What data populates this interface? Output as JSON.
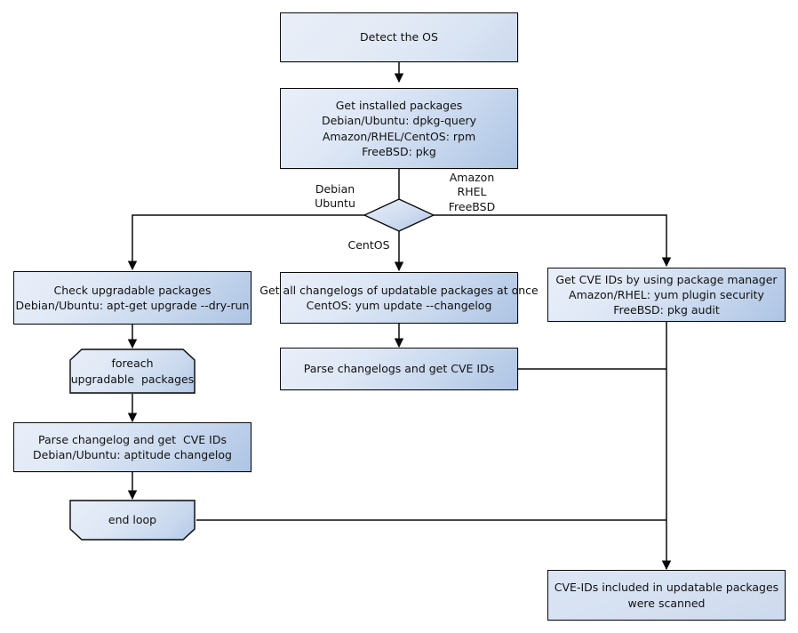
{
  "diagram": {
    "title": "Vuls scan flow: CVE detection by OS",
    "background": "#ffffff",
    "stroke": "#0a0a0a",
    "fill_light": "#e9eff9",
    "fill_dark": "#adc4e4"
  },
  "nodes": {
    "detect_os": {
      "label": "Detect the OS",
      "shape": "process"
    },
    "get_installed": {
      "label": "Get installed packages\nDebian/Ubuntu: dpkg-query\nAmazon/RHEL/CentOS: rpm\nFreeBSD: pkg",
      "shape": "process"
    },
    "os_decision": {
      "label": "",
      "shape": "decision"
    },
    "check_upgradable": {
      "label": "Check upgradable packages\nDebian/Ubuntu: apt-get upgrade --dry-run",
      "shape": "process"
    },
    "get_changelogs": {
      "label": "Get all changelogs of updatable packages at once\nCentOS: yum update --changelog",
      "shape": "process"
    },
    "get_cve_pkgmgr": {
      "label": "Get CVE IDs by using package manager\nAmazon/RHEL: yum plugin security\nFreeBSD: pkg audit",
      "shape": "process"
    },
    "foreach_loop": {
      "label": "foreach\nupgradable  packages",
      "shape": "loop-start"
    },
    "parse_changelog_single": {
      "label": "Parse changelog and get  CVE IDs\nDebian/Ubuntu: aptitude changelog",
      "shape": "process"
    },
    "end_loop": {
      "label": "end loop",
      "shape": "loop-end"
    },
    "parse_changelogs_multi": {
      "label": "Parse changelogs and get CVE IDs",
      "shape": "process"
    },
    "result": {
      "label": "CVE-IDs included in updatable packages\nwere scanned",
      "shape": "process"
    }
  },
  "edge_labels": {
    "debian_ubuntu": "Debian\nUbuntu",
    "amazon_rhel_freebsd": "Amazon\nRHEL\nFreeBSD",
    "centos": "CentOS"
  }
}
